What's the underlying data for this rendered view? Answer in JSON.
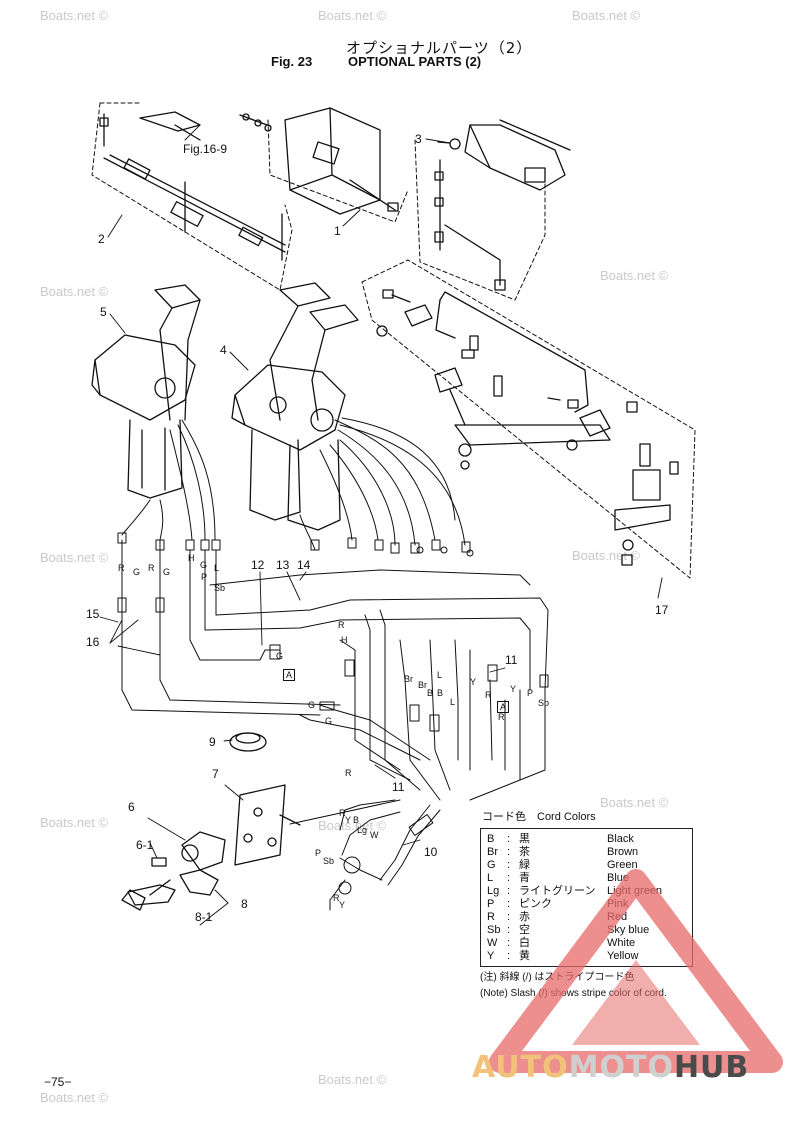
{
  "header": {
    "title_jp": "オプショナルパーツ（2）",
    "fig_label": "Fig. 23",
    "title_en": "OPTIONAL PARTS (2)"
  },
  "watermark": "Boats.net ©",
  "ref_label": "Fig.16-9",
  "callouts": [
    "1",
    "2",
    "3",
    "4",
    "5",
    "6",
    "6-1",
    "7",
    "8",
    "8-1",
    "9",
    "10",
    "11",
    "11",
    "12",
    "13",
    "14",
    "15",
    "16",
    "17"
  ],
  "wire_labels": [
    "R",
    "G",
    "R",
    "G",
    "H",
    "G",
    "P",
    "L",
    "Sb",
    "R",
    "H",
    "G",
    "G",
    "G",
    "R",
    "Br",
    "Br",
    "L",
    "B",
    "B",
    "L",
    "Y",
    "R",
    "R",
    "Y",
    "P",
    "Sb",
    "R",
    "Y",
    "B",
    "Lg",
    "W",
    "Sb",
    "P",
    "R",
    "Y",
    "A",
    "A"
  ],
  "legend": {
    "heading": "コード色　Cord Colors",
    "rows": [
      {
        "code": "B",
        "jp": "黒",
        "en": "Black"
      },
      {
        "code": "Br",
        "jp": "茶",
        "en": "Brown"
      },
      {
        "code": "G",
        "jp": "緑",
        "en": "Green"
      },
      {
        "code": "L",
        "jp": "青",
        "en": "Blue"
      },
      {
        "code": "Lg",
        "jp": "ライトグリーン",
        "en": "Light green"
      },
      {
        "code": "P",
        "jp": "ピンク",
        "en": "Pink"
      },
      {
        "code": "R",
        "jp": "赤",
        "en": "Red"
      },
      {
        "code": "Sb",
        "jp": "空",
        "en": "Sky blue"
      },
      {
        "code": "W",
        "jp": "白",
        "en": "White"
      },
      {
        "code": "Y",
        "jp": "黄",
        "en": "Yellow"
      }
    ],
    "separator": ":",
    "note_jp": "(注) 斜線 (/) はストライプコード色",
    "note_en": "(Note)  Slash (/) shows stripe color of cord."
  },
  "page_number": "−75−",
  "logo": {
    "part1": "AUTO",
    "part2": "MOTO",
    "part3": "HUB"
  },
  "colors": {
    "ink": "#111111",
    "watermark": "#c9c9c9",
    "logo_orange": "#f2c17a",
    "logo_grey": "#cfcfcf",
    "logo_dark": "#4a4a4a",
    "triangle_red": "#e86a6a"
  }
}
